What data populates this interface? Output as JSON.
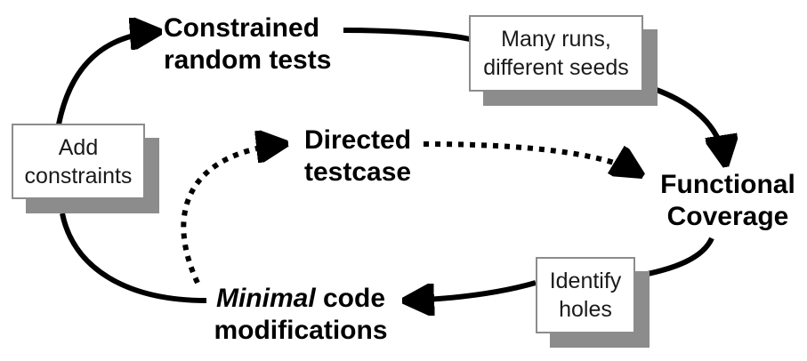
{
  "diagram": {
    "nodes": {
      "constrained": {
        "line1": "Constrained",
        "line2": "random tests"
      },
      "directed": {
        "line1": "Directed",
        "line2": "testcase"
      },
      "coverage": {
        "line1": "Functional",
        "line2": "Coverage"
      },
      "minimal": {
        "emphasis": "Minimal",
        "line1_rest": " code",
        "line2": "modifications"
      }
    },
    "boxes": {
      "many_runs": {
        "line1": "Many runs,",
        "line2": "different seeds"
      },
      "add_constraints": {
        "line1": "Add",
        "line2": "constraints"
      },
      "identify_holes": {
        "line1": "Identify",
        "line2": "holes"
      }
    },
    "colors": {
      "arrow": "#000000",
      "box_border": "#8c8c8c",
      "box_shadow": "#8c8c8c"
    }
  }
}
